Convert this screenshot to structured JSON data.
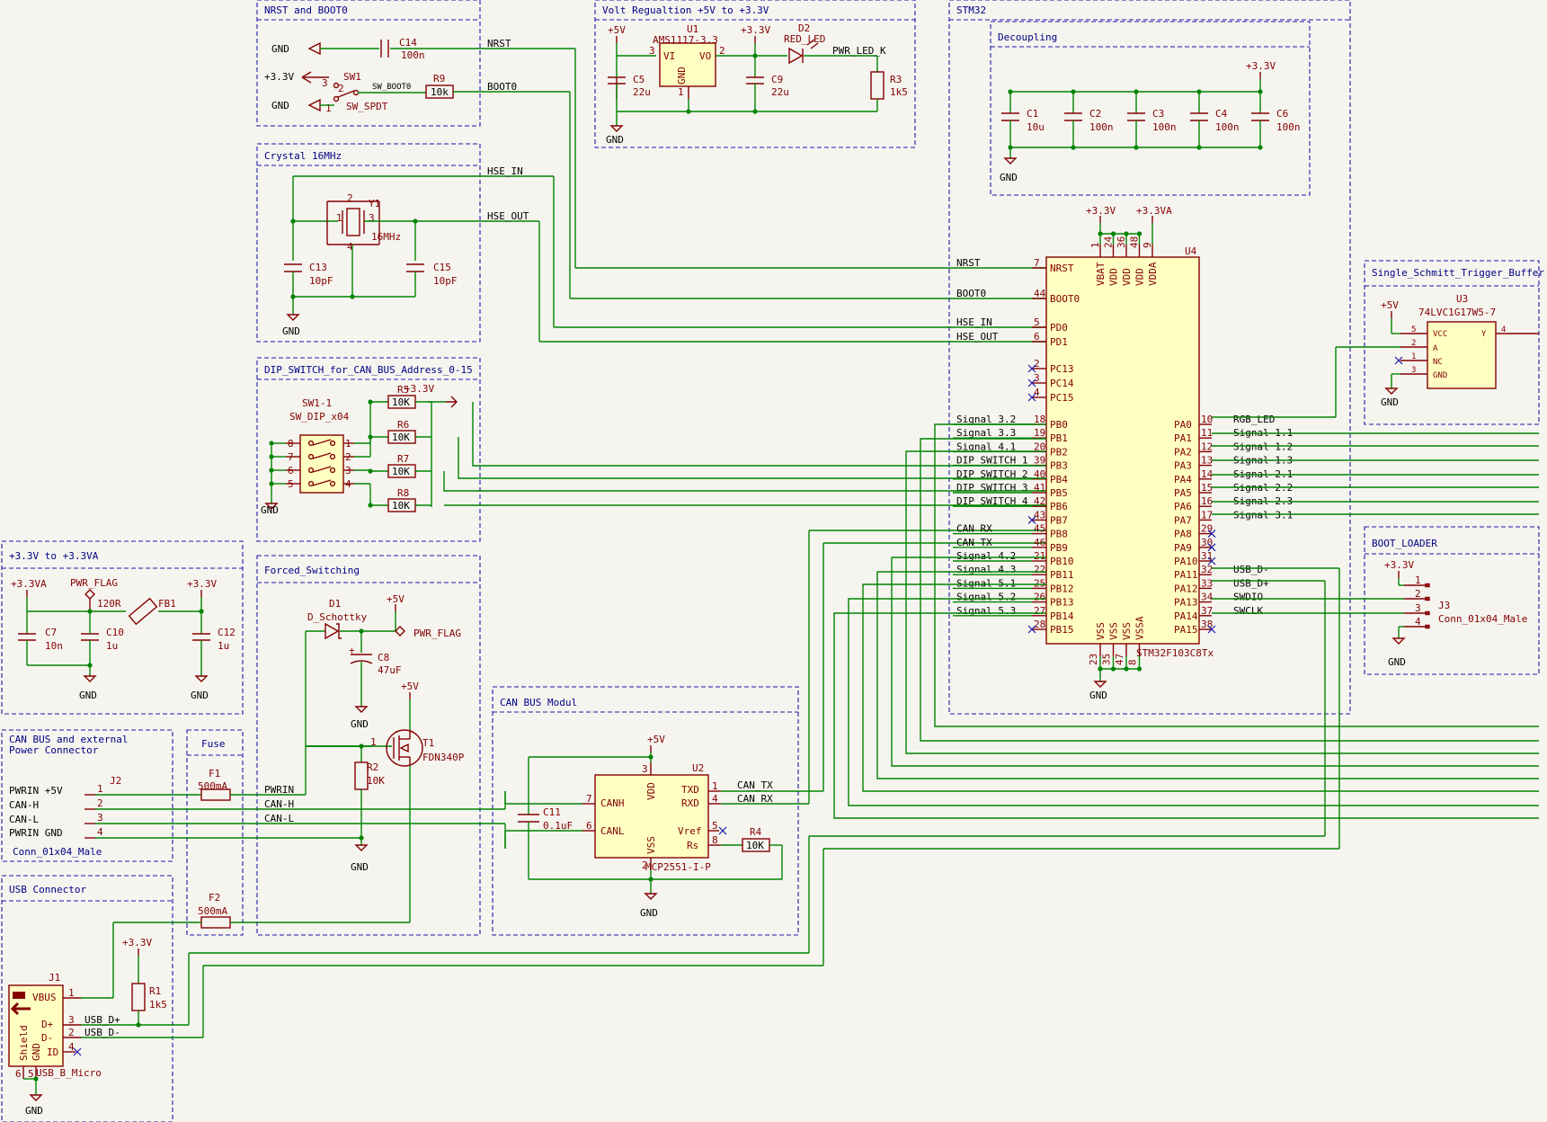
{
  "blocks": {
    "nrst_boot0": "NRST and BOOT0",
    "volt": "Volt Regualtion +5V to +3.3V",
    "stm32": "STM32",
    "decoupling": "Decoupling",
    "crystal": "Crystal 16MHz",
    "dip": "DIP_SWITCH_for_CAN_BUS_Address_0-15",
    "schmitt": "Single_Schmitt_Trigger_Buffer",
    "v33_v33a": "+3.3V to +3.3VA",
    "forced": "Forced_Switching",
    "bootloader": "BOOT_LOADER",
    "canbus": "CAN BUS Modul",
    "can_conn": [
      "CAN BUS and external",
      "Power Connector"
    ],
    "fuse": "Fuse",
    "usb": "USB Connector"
  },
  "power": {
    "gnd": "GND",
    "v33": "+3.3V",
    "v33a": "+3.3VA",
    "v5": "+5V",
    "pwr_flag": "PWR_FLAG"
  },
  "parts": {
    "c14": [
      "C14",
      "100n"
    ],
    "sw1": [
      "SW1",
      "SW_SPDT"
    ],
    "r9": [
      "R9",
      "10k"
    ],
    "sw_boot0": "SW_BOOT0",
    "u1": [
      "U1",
      "AMS1117-3.3"
    ],
    "u1_pins": [
      "VI",
      "VO",
      "GND"
    ],
    "c5": [
      "C5",
      "22u"
    ],
    "c9": [
      "C9",
      "22u"
    ],
    "d2": [
      "D2",
      "RED_LED"
    ],
    "r3": [
      "R3",
      "1k5"
    ],
    "pwr_led_k": "PWR_LED_K",
    "c1": [
      "C1",
      "10u"
    ],
    "c2": [
      "C2",
      "100n"
    ],
    "c3": [
      "C3",
      "100n"
    ],
    "c4": [
      "C4",
      "100n"
    ],
    "c6": [
      "C6",
      "100n"
    ],
    "y1": [
      "Y1",
      "16MHz"
    ],
    "c13": [
      "C13",
      "10pF"
    ],
    "c15": [
      "C15",
      "10pF"
    ],
    "sw1_1": [
      "SW1-1",
      "SW_DIP_x04"
    ],
    "r5": [
      "R5",
      "10K"
    ],
    "r6": [
      "R6",
      "10K"
    ],
    "r7": [
      "R7",
      "10K"
    ],
    "r8": [
      "R8",
      "10K"
    ],
    "u4": [
      "U4",
      "STM32F103C8Tx"
    ],
    "u3": [
      "U3",
      "74LVC1G17W5-7"
    ],
    "u3_pins": [
      "VCC",
      "A",
      "NC",
      "GND",
      "Y"
    ],
    "fb1": [
      "FB1",
      "120R"
    ],
    "c7": [
      "C7",
      "10n"
    ],
    "c10": [
      "C10",
      "1u"
    ],
    "c12": [
      "C12",
      "1u"
    ],
    "d1": [
      "D1",
      "D_Schottky"
    ],
    "c8": [
      "C8",
      "47uF"
    ],
    "t1": [
      "T1",
      "FDN340P"
    ],
    "r2": [
      "R2",
      "10K"
    ],
    "j3": [
      "J3",
      "Conn_01x04_Male"
    ],
    "u2": [
      "U2",
      "MCP2551-I-P"
    ],
    "u2_pins": [
      "VDD",
      "TXD",
      "RXD",
      "CANH",
      "CANL",
      "Vref",
      "Rs",
      "VSS"
    ],
    "c11": [
      "C11",
      "0.1uF"
    ],
    "r4": [
      "R4",
      "10K"
    ],
    "j2": [
      "J2",
      "Conn_01x04_Male"
    ],
    "f1": [
      "F1",
      "500mA"
    ],
    "f2": [
      "F2",
      "500mA"
    ],
    "j1": [
      "J1",
      "USB_B_Micro"
    ],
    "j1_pins": [
      "VBUS",
      "D+",
      "D-",
      "ID",
      "Shield",
      "GND"
    ],
    "r1": [
      "R1",
      "1k5"
    ]
  },
  "nets": {
    "nrst": "NRST",
    "boot0": "BOOT0",
    "hse_in": "HSE_IN",
    "hse_out": "HSE_OUT",
    "rgb_led": "RGB_LED",
    "usb_dm": "USB_D-",
    "usb_dp": "USB_D+",
    "swdio": "SWDIO",
    "swclk": "SWCLK",
    "can_rx": "CAN_RX",
    "can_tx": "CAN_TX",
    "pwrin": "PWRIN",
    "can_h": "CAN-H",
    "can_l": "CAN-L",
    "j2_labels": [
      "PWRIN +5V",
      "CAN-H",
      "CAN-L",
      "PWRIN GND"
    ]
  },
  "stm32_left": [
    {
      "net": "NRST",
      "num": "7",
      "pin": "NRST"
    },
    {
      "net": "BOOT0",
      "num": "44",
      "pin": "BOOT0"
    },
    {
      "net": "HSE_IN",
      "num": "5",
      "pin": "PD0"
    },
    {
      "net": "HSE_OUT",
      "num": "6",
      "pin": "PD1"
    },
    {
      "net": "",
      "num": "2",
      "pin": "PC13"
    },
    {
      "net": "",
      "num": "3",
      "pin": "PC14"
    },
    {
      "net": "",
      "num": "4",
      "pin": "PC15"
    },
    {
      "net": "Signal 3.2",
      "num": "18",
      "pin": "PB0"
    },
    {
      "net": "Signal 3.3",
      "num": "19",
      "pin": "PB1"
    },
    {
      "net": "Signal 4.1",
      "num": "20",
      "pin": "PB2"
    },
    {
      "net": "DIP_SWITCH_1",
      "num": "39",
      "pin": "PB3"
    },
    {
      "net": "DIP_SWITCH_2",
      "num": "40",
      "pin": "PB4"
    },
    {
      "net": "DIP_SWITCH_3",
      "num": "41",
      "pin": "PB5"
    },
    {
      "net": "DIP_SWITCH_4",
      "num": "42",
      "pin": "PB6"
    },
    {
      "net": "",
      "num": "43",
      "pin": "PB7"
    },
    {
      "net": "CAN_RX",
      "num": "45",
      "pin": "PB8"
    },
    {
      "net": "CAN_TX",
      "num": "46",
      "pin": "PB9"
    },
    {
      "net": "Signal 4.2",
      "num": "21",
      "pin": "PB10"
    },
    {
      "net": "Signal 4.3",
      "num": "22",
      "pin": "PB11"
    },
    {
      "net": "Signal 5.1",
      "num": "25",
      "pin": "PB12"
    },
    {
      "net": "Signal 5.2",
      "num": "26",
      "pin": "PB13"
    },
    {
      "net": "Signal 5.3",
      "num": "27",
      "pin": "PB14"
    },
    {
      "net": "",
      "num": "28",
      "pin": "PB15"
    }
  ],
  "stm32_right": [
    {
      "pin": "PA0",
      "num": "10",
      "net": "RGB_LED"
    },
    {
      "pin": "PA1",
      "num": "11",
      "net": "Signal 1.1"
    },
    {
      "pin": "PA2",
      "num": "12",
      "net": "Signal 1.2"
    },
    {
      "pin": "PA3",
      "num": "13",
      "net": "Signal 1.3"
    },
    {
      "pin": "PA4",
      "num": "14",
      "net": "Signal 2.1"
    },
    {
      "pin": "PA5",
      "num": "15",
      "net": "Signal 2.2"
    },
    {
      "pin": "PA6",
      "num": "16",
      "net": "Signal 2.3"
    },
    {
      "pin": "PA7",
      "num": "17",
      "net": "Signal 3.1"
    },
    {
      "pin": "PA8",
      "num": "29",
      "net": ""
    },
    {
      "pin": "PA9",
      "num": "30",
      "net": ""
    },
    {
      "pin": "PA10",
      "num": "31",
      "net": ""
    },
    {
      "pin": "PA11",
      "num": "32",
      "net": "USB_D-"
    },
    {
      "pin": "PA12",
      "num": "33",
      "net": "USB_D+"
    },
    {
      "pin": "PA13",
      "num": "34",
      "net": "SWDIO"
    },
    {
      "pin": "PA14",
      "num": "37",
      "net": "SWCLK"
    },
    {
      "pin": "PA15",
      "num": "38",
      "net": ""
    }
  ],
  "stm32_top": [
    {
      "pin": "VBAT",
      "num": "1"
    },
    {
      "pin": "VDD",
      "num": "24"
    },
    {
      "pin": "VDD",
      "num": "36"
    },
    {
      "pin": "VDD",
      "num": "48"
    },
    {
      "pin": "VDDA",
      "num": "9"
    }
  ],
  "stm32_bottom": [
    {
      "pin": "VSS",
      "num": "23"
    },
    {
      "pin": "VSS",
      "num": "35"
    },
    {
      "pin": "VSS",
      "num": "47"
    },
    {
      "pin": "VSSA",
      "num": "8"
    }
  ],
  "dip_pins": [
    "8",
    "7",
    "6",
    "5",
    "1",
    "2",
    "3",
    "4"
  ],
  "j3_pins": [
    "1",
    "2",
    "3",
    "4"
  ]
}
